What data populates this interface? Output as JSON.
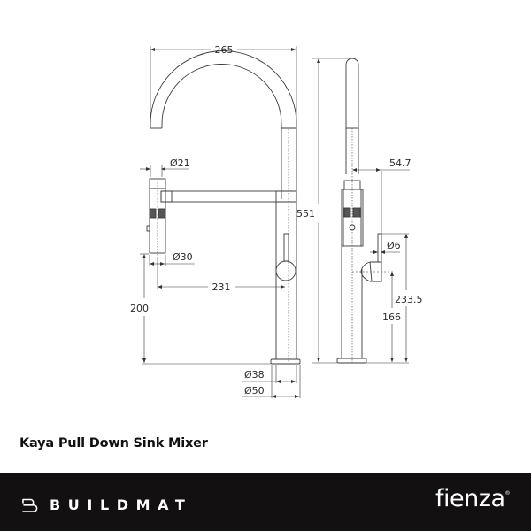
{
  "product": {
    "title": "Kaya Pull Down Sink Mixer"
  },
  "drawing": {
    "front_view": {
      "dimensions": {
        "overall_width": "265",
        "spout_tip_diameter": "Ø21",
        "spout_head_diameter": "Ø30",
        "reach": "231",
        "spout_outlet_height": "200",
        "body_diameter": "Ø38",
        "base_diameter": "Ø50"
      }
    },
    "side_view": {
      "dimensions": {
        "overall_height": "551",
        "spout_offset": "54.7",
        "lever_diameter": "Ø6",
        "lever_top_height": "233.5",
        "lever_axis_height": "166"
      }
    },
    "line_color": "#3a3a3a"
  },
  "footer": {
    "background_color": "#121010",
    "left_brand": "BUILDMAT",
    "left_brand_icon": "buildmat-b-logo-icon",
    "right_brand": "fienza",
    "right_brand_mark": "®"
  }
}
